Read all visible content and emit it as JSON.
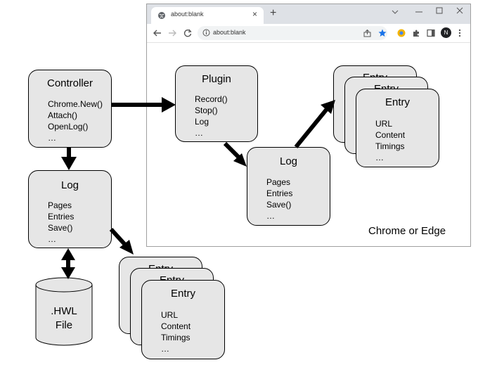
{
  "browser": {
    "tab_title": "about:blank",
    "tab_close": "×",
    "new_tab": "+",
    "url": "about:blank",
    "caption": "Chrome  or Edge",
    "avatar_letter": "N"
  },
  "nodes": {
    "controller": {
      "title": "Controller",
      "items": [
        "Chrome.New()",
        "Attach()",
        "OpenLog()",
        "…"
      ]
    },
    "log_main": {
      "title": "Log",
      "items": [
        "Pages",
        "Entries",
        "Save()",
        "…"
      ]
    },
    "plugin": {
      "title": "Plugin",
      "items": [
        "Record()",
        "Stop()",
        "Log",
        "…"
      ]
    },
    "log_browser": {
      "title": "Log",
      "items": [
        "Pages",
        "Entries",
        "Save()",
        "…"
      ]
    },
    "entry_browser": {
      "back_titles": [
        "Entry",
        "Entry"
      ],
      "title": "Entry",
      "items": [
        "URL",
        "Content",
        "Timings",
        "…"
      ]
    },
    "entry_main": {
      "back_titles": [
        "Entry",
        "Entry"
      ],
      "title": "Entry",
      "items": [
        "URL",
        "Content",
        "Timings",
        "…"
      ]
    },
    "hwl_file": {
      "line1": ".HWL",
      "line2": "File"
    }
  },
  "colors": {
    "box_fill": "#e6e6e6",
    "arrow": "#000000"
  }
}
